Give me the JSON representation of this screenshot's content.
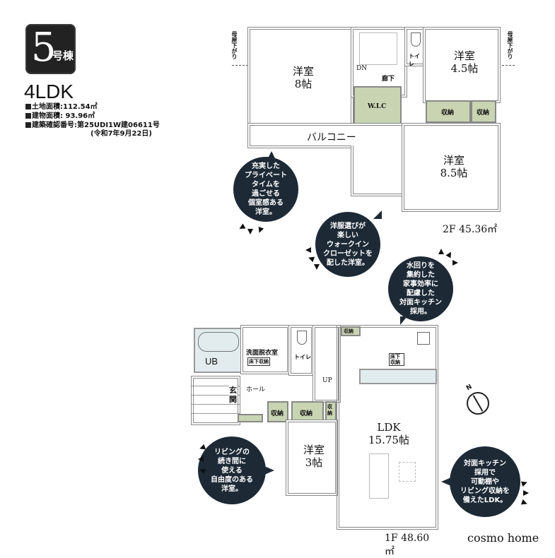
{
  "header": {
    "building_number": "5",
    "building_suffix": "号棟",
    "layout_type": "4LDK",
    "specs": [
      {
        "label": "土地面積:",
        "value": "112.54㎡"
      },
      {
        "label": "建物面積:",
        "value": "93.96㎡"
      },
      {
        "label": "建築確認番号:",
        "value": "第25UDI1W建06611号"
      }
    ],
    "spec_date": "(令和7年9月22日)"
  },
  "floor2": {
    "area_label": "2F 45.36㎡",
    "side_note": "母屋下がり",
    "rooms": [
      {
        "name": "洋室",
        "size": "8帖"
      },
      {
        "name": "洋室",
        "size": "4.5帖"
      },
      {
        "name": "洋室",
        "size": "8.5帖"
      }
    ],
    "labels": {
      "wic": "W.I.C",
      "hall": "廊下",
      "stairs_dn": "DN",
      "toilet": "トイレ",
      "storage1": "収納",
      "storage2": "収納",
      "balcony": "バルコニー"
    }
  },
  "floor1": {
    "area_label": "1F 48.60㎡",
    "rooms": [
      {
        "name": "LDK",
        "size": "15.75帖"
      },
      {
        "name": "洋室",
        "size": "3帖"
      }
    ],
    "labels": {
      "ub": "UB",
      "washroom": "洗面脱衣室",
      "underfloor1": "床下収納",
      "toilet": "トイレ",
      "hall": "ホール",
      "entrance": "玄関",
      "stairs_up": "UP",
      "storage_a": "収納",
      "storage_b": "収納",
      "storage_c": "収納",
      "storage_d": "収納",
      "underfloor2": "床下収納"
    }
  },
  "bubbles": [
    {
      "text": "充実した\nプライベート\nタイムを\n過ごせる\n個室感ある\n洋室。"
    },
    {
      "text": "洋服選びが\n楽しい\nウォークイン\nクローゼットを\n配した洋室。"
    },
    {
      "text": "水回りを\n集約した\n家事効率に\n配慮した\n対面キッチン\n採用。"
    },
    {
      "text": "リビングの\n続き間に\n使える\n自由度のある\n洋室。"
    },
    {
      "text": "対面キッチン\n採用で\n可動棚や\nリビング収納を\n備えたLDK。"
    }
  ],
  "compass": {
    "north_label": "N"
  },
  "brand": "cosmo home",
  "colors": {
    "badge": "#222222",
    "bubble": "#1d2a36",
    "storage_fill": "#c9d4b3",
    "wet_fill": "#e2ecef",
    "wall": "#888888"
  }
}
